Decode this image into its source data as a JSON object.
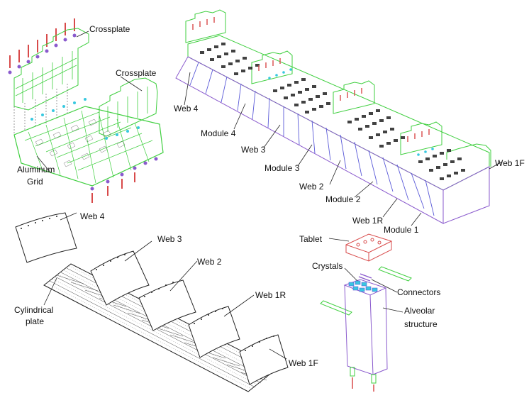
{
  "labels": {
    "crossplate_1": "Crossplate",
    "crossplate_2": "Crossplate",
    "aluminum_grid_line1": "Aluminum",
    "aluminum_grid_line2": "Grid",
    "web4_top": "Web 4",
    "module4": "Module 4",
    "web3_top": "Web 3",
    "module3": "Module 3",
    "web2_top": "Web 2",
    "module2": "Module 2",
    "web1r_top": "Web 1R",
    "module1": "Module 1",
    "web1f_top": "Web 1F",
    "web4_bottom": "Web 4",
    "web3_bottom": "Web 3",
    "web2_bottom": "Web 2",
    "web1r_bottom": "Web 1R",
    "web1f_bottom": "Web 1F",
    "cylindrical_plate_line1": "Cylindrical",
    "cylindrical_plate_line2": "plate",
    "tablet": "Tablet",
    "crystals": "Crystals",
    "connectors": "Connectors",
    "alveolar_line1": "Alveolar",
    "alveolar_line2": "structure"
  },
  "colors": {
    "green": "#3fcf3f",
    "purple": "#8a5acd",
    "blue": "#5a5ad8",
    "red": "#d84a4a",
    "cyan": "#38c8e0",
    "black": "#222222"
  }
}
